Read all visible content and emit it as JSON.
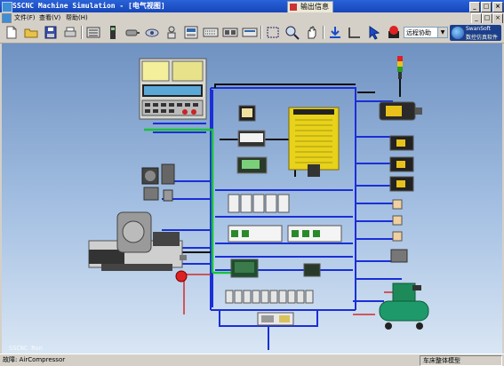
{
  "window": {
    "title": "SSCNC Machine Simulation - [电气视图]",
    "output_tab": "输出信息",
    "min_symbol": "_",
    "max_symbol": "□",
    "close_symbol": "×"
  },
  "menu": {
    "items": [
      "文件(F)",
      "查看(V)",
      "帮助(H)"
    ],
    "mdi_min": "_",
    "mdi_restore": "□",
    "mdi_close": "×"
  },
  "toolbar": {
    "icons": [
      "new-file-icon",
      "open-folder-icon",
      "save-icon",
      "print-icon",
      "wiring-tool-icon",
      "relay-icon",
      "motor-icon",
      "sensor-icon",
      "power-supply-icon",
      "panel-view-icon",
      "io-module-icon",
      "module-icon",
      "drive-icon",
      "select-rect-icon",
      "zoom-icon",
      "pan-hand-icon",
      "download-icon",
      "line-tool-icon",
      "pointer-icon",
      "emergency-stop-icon"
    ],
    "dropdown_value": "远程协助",
    "brand_en": "SwanSoft",
    "brand_cn": "数控仿真软件"
  },
  "canvas": {
    "watermark": "SSCNC Ron",
    "components": {
      "cnc_controller": "cnc-controller-panel",
      "servo_drive": "servo-drive",
      "spindle_motor": "spindle-motor",
      "feed_motors": [
        "feed-motor-x",
        "feed-motor-y",
        "feed-motor-z"
      ],
      "machine": "cnc-lathe",
      "compressor": "air-compressor",
      "signal_tower": "signal-tower-light"
    }
  },
  "status": {
    "left": "故障: AirCompressor",
    "right": "车床整体模型"
  },
  "colors": {
    "canvas_top": "#6f92c2",
    "canvas_bottom": "#d9e6f4",
    "wire_blue": "#1a2fd6",
    "wire_green": "#18c23a",
    "wire_black": "#111111",
    "wire_red": "#d22a2a",
    "drive_yellow": "#e8d21a",
    "compressor_green": "#1e9a6a"
  }
}
